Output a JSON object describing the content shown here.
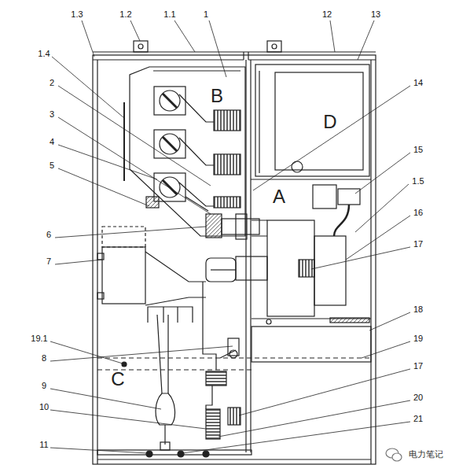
{
  "diagram": {
    "labels": [
      "1.3",
      "1.2",
      "1.1",
      "1",
      "12",
      "13",
      "1.4",
      "2",
      "3",
      "4",
      "5",
      "14",
      "15",
      "1.5",
      "16",
      "17",
      "6",
      "7",
      "18",
      "19",
      "19.1",
      "8",
      "9",
      "10",
      "17",
      "20",
      "21",
      "11",
      "B",
      "D",
      "A",
      "C",
      "电力笔记"
    ]
  }
}
